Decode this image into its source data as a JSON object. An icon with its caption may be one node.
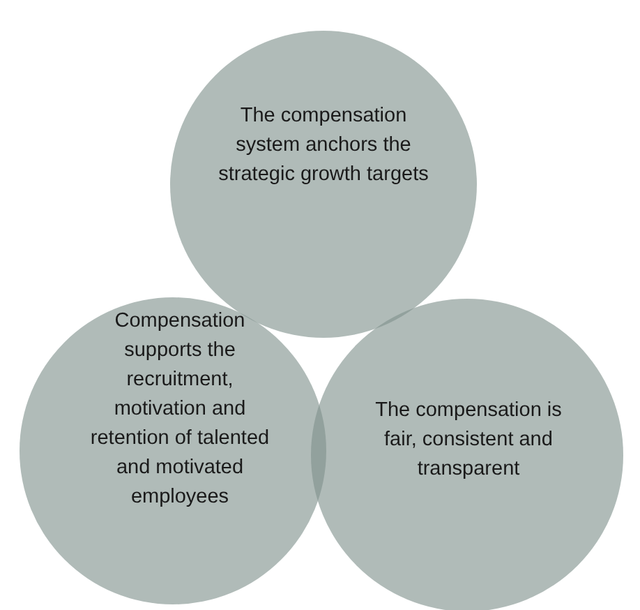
{
  "diagram": {
    "nodes": [
      {
        "text": [
          "The compensation system anchors the strategic growth targets"
        ]
      },
      {
        "text": [
          "Compensation supports the recruitment, motivation and retention of talented and motivated employees"
        ]
      },
      {
        "text": [
          "The compensation is fair, consistent and transparent"
        ]
      }
    ]
  }
}
